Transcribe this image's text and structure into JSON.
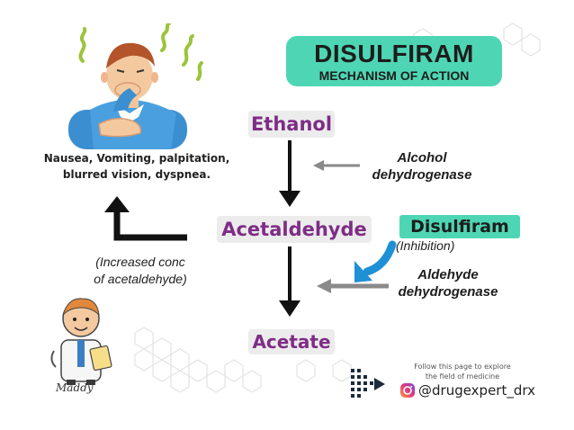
{
  "title": {
    "main": "DISULFIRAM",
    "sub": "MECHANISM OF ACTION"
  },
  "pathway": {
    "ethanol": "Ethanol",
    "acetaldehyde": "Acetaldehyde",
    "acetate": "Acetate"
  },
  "enzymes": {
    "alcohol_dehydrogenase": [
      "Alcohol",
      "dehydrogenase"
    ],
    "aldehyde_dehydrogenase": [
      "Aldehyde",
      "dehydrogenase"
    ]
  },
  "inhibitor": {
    "name": "Disulfiram",
    "action": "(Inhibition)"
  },
  "effects": {
    "symptoms": [
      "Nausea, Vomiting, palpitation,",
      "blurred vision, dyspnea."
    ],
    "cause": [
      "(Increased conc",
      "of acetaldehyde)"
    ]
  },
  "character_signature": "Maddy",
  "footer": {
    "follow": [
      "Follow this page to explore",
      "the field of medicine"
    ],
    "handle": "@drugexpert_drx"
  },
  "icons": [
    "hexagon-pattern",
    "sick-person-illustration",
    "doctor-cartoon-illustration",
    "instagram-icon",
    "brand-logo-icon",
    "curved-inhibition-arrow-icon"
  ],
  "colors": {
    "accent_teal": "#4ed6b4",
    "compound_purple": "#7e2d86",
    "chip_gray": "#ececec",
    "inhibition_blue": "#1e90d6",
    "enzyme_arrow_gray": "#8a8a8a"
  }
}
